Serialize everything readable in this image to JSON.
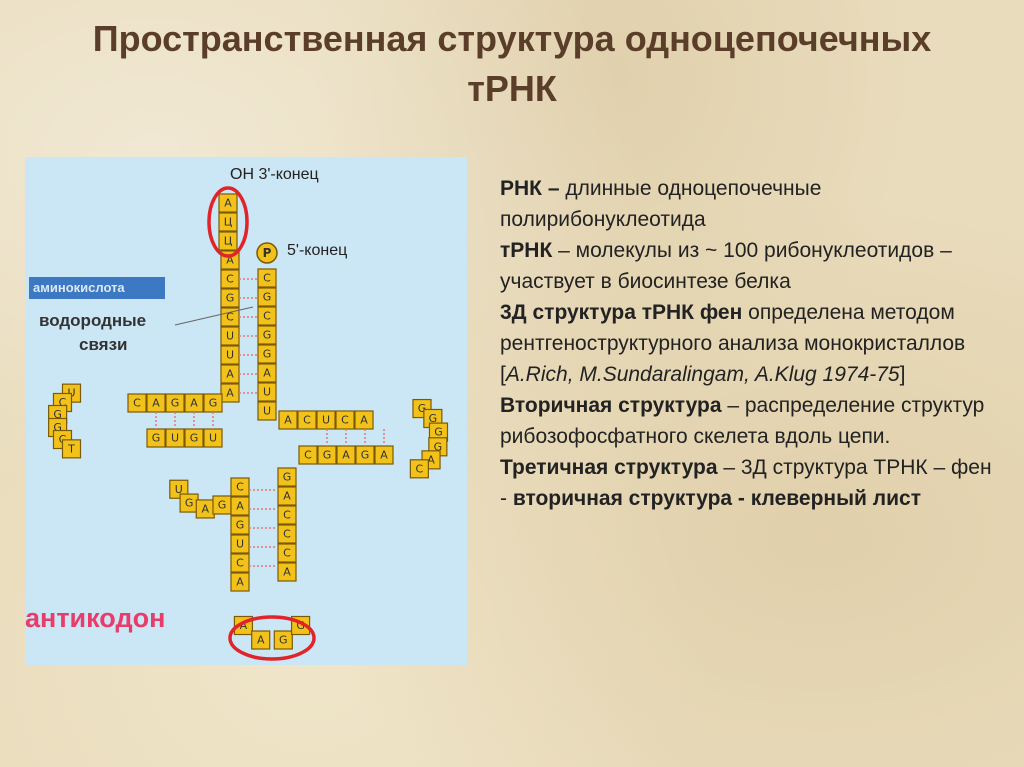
{
  "title": {
    "line1": "Пространственная структура одноцепочечных",
    "line2": "тРНК"
  },
  "figure": {
    "labels": {
      "end3": "OH 3'-конец",
      "end5": "5'-конец",
      "amino": "аминокислота",
      "hbond1": "водородные",
      "hbond2": "связи",
      "anticodon": "антикодон",
      "phosphate": "P"
    },
    "colors": {
      "background": "#cbe6f5",
      "nucleotide": "#f2c21b",
      "highlight": "#e0242a"
    },
    "acceptor_end": [
      "A",
      "Ц",
      "Ц"
    ],
    "acceptor_left": [
      "A",
      "C",
      "G",
      "C",
      "U",
      "U",
      "A",
      "A"
    ],
    "acceptor_right": [
      "C",
      "G",
      "C",
      "G",
      "G",
      "A",
      "U",
      "U"
    ],
    "d_top": [
      "C",
      "A",
      "G",
      "A",
      "G"
    ],
    "d_bottom": [
      "G",
      "U",
      "G",
      "U"
    ],
    "d_loop": [
      "U",
      "C",
      "G",
      "G",
      "C",
      "T"
    ],
    "t_top": [
      "A",
      "C",
      "U",
      "C",
      "A"
    ],
    "t_bottom": [
      "C",
      "G",
      "A",
      "G",
      "A"
    ],
    "t_loop": [
      "G",
      "G",
      "G",
      "G",
      "A",
      "C"
    ],
    "var_loop": [
      "U",
      "G",
      "A",
      "G"
    ],
    "anticodon_left": [
      "C",
      "A",
      "G",
      "U",
      "C",
      "A"
    ],
    "anticodon_right": [
      "G",
      "A",
      "C",
      "C",
      "C",
      "A"
    ],
    "anticodon_loop": [
      "A",
      "A",
      "G",
      "G"
    ]
  },
  "text": {
    "p1_bold": "РНК –",
    "p1_rest": " длинные одноцепочечные полирибонуклеотида",
    "p2_bold": "тРНК",
    "p2_rest": " – молекулы из ~ 100 рибонуклеотидов – участвует в биосинтезе белка",
    "p3_bold": "3Д структура тРНК фен",
    "p3_rest": " определена методом рентгеноструктурного анализа монокристаллов [",
    "p3_ital": "A.Rich, M.Sundaralingam, A.Klug 1974-75",
    "p3_end": "]",
    "p4_bold": "Вторичная структура",
    "p4_rest": " – распределение структур рибозофосфатного скелета вдоль цепи.",
    "p5_bold": "Третичная структура",
    "p5_rest": " – 3Д структура ТРНК – фен - ",
    "p5_bold2": "вторичная структура - клеверный лист"
  }
}
